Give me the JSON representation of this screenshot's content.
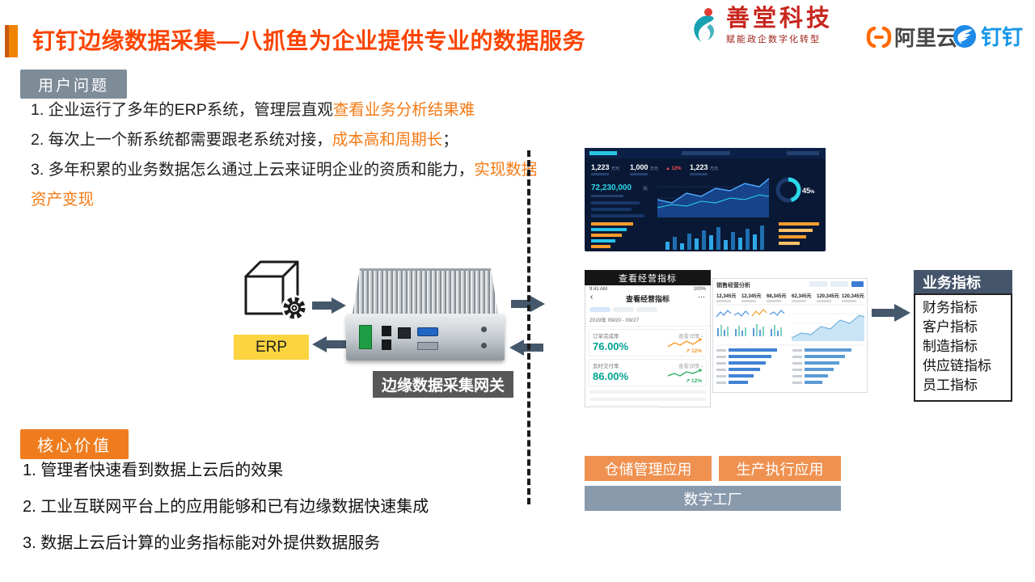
{
  "header": {
    "title": "钉钉边缘数据采集—八抓鱼为企业提供专业的数据服务",
    "logos": {
      "shantang_name": "善堂科技",
      "shantang_tagline": "赋能政企数字化转型",
      "aliyun_name": "阿里云",
      "dingtalk_name": "钉钉"
    }
  },
  "problems": {
    "badge": "用户问题",
    "item1_normal": "1.  企业运行了多年的ERP系统，管理层直观",
    "item1_highlight": "查看业务分析结果难",
    "item2_normal": "2.  每次上一个新系统都需要跟老系统对接，",
    "item2_highlight": "成本高和周期长",
    "item2_suffix": "；",
    "item3_normal": "3.  多年积累的业务数据怎么通过上云来证明企业的资质和能力，",
    "item3_highlight": "实现数据资产变现"
  },
  "pipeline": {
    "erp_label": "ERP",
    "gateway_label": "边缘数据采集网关"
  },
  "dark_dashboard": {
    "kpi1": "1,223",
    "kpi1_unit": "万元",
    "kpi2": "1,000",
    "kpi2_unit": "万元",
    "kpi3": "1,223",
    "kpi3_unit": "万元",
    "delta": "▲ 12%",
    "big_number": "72,230,000",
    "big_unit": "元",
    "donut_value": "45",
    "donut_pct": "%"
  },
  "mobile_app": {
    "titlebar": "查看经营指标",
    "status_time": "9:41 AM",
    "battery": "100%",
    "back": "‹",
    "nav_title": "查看经营指标",
    "more": "⋯",
    "date_range": "2019年 09/20 - 09/27",
    "card1_label": "订单完成率",
    "card1_link": "查看详情 ›",
    "card1_value": "76.00%",
    "card1_delta": "↗ 12%",
    "card2_label": "及时交付率",
    "card2_link": "查看详情 ›",
    "card2_value": "86.00%",
    "card2_delta": "↗ 12%"
  },
  "light_dashboard": {
    "title": "销售经营分析",
    "m1": "12,345元",
    "m2": "12,345元",
    "m3": "68,345元",
    "m4": "62,345元",
    "m5": "120,345元",
    "m6": "120,345元"
  },
  "indicators": {
    "header": "业务指标",
    "items": [
      "财务指标",
      "客户指标",
      "制造指标",
      "供应链指标",
      "员工指标"
    ]
  },
  "apps": {
    "warehouse": "仓储管理应用",
    "production": "生产执行应用",
    "factory": "数字工厂"
  },
  "core_value": {
    "badge": "核心价值",
    "item1": "1.  管理者快速看到数据上云后的效果",
    "item2": "2.  工业互联网平台上的应用能够和已有边缘数据快速集成",
    "item3": "3.  数据上云后计算的业务指标能对外提供数据服务"
  }
}
